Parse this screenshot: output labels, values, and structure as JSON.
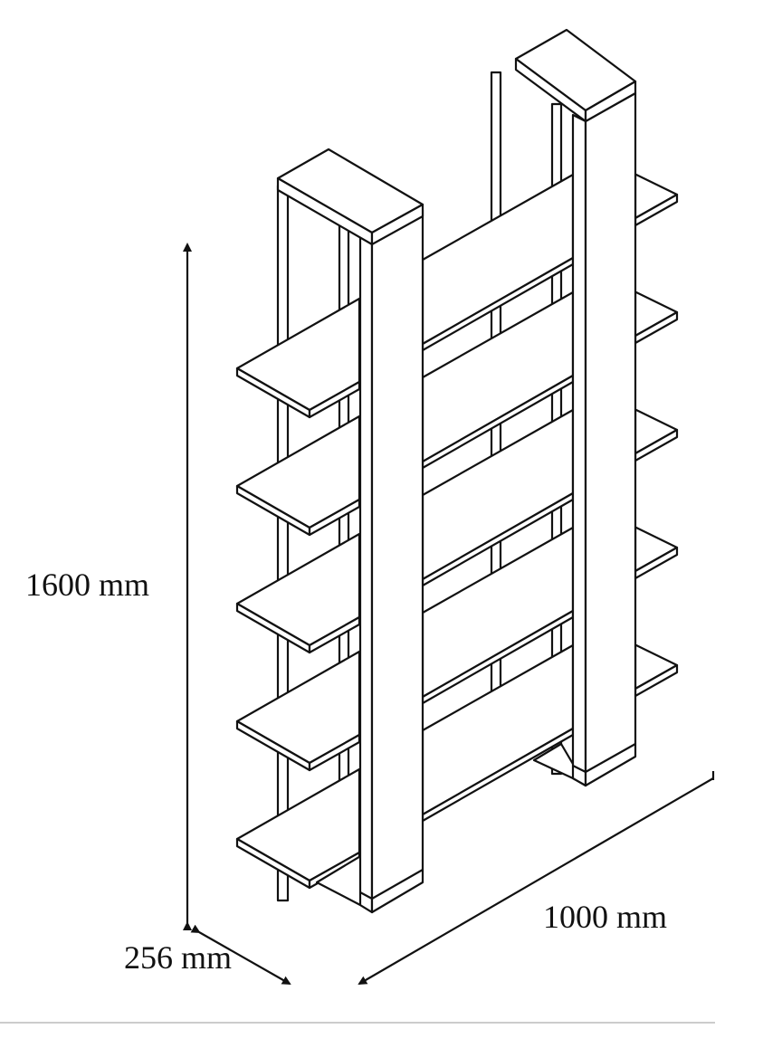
{
  "diagram": {
    "subject": "bookshelf",
    "dimensions": {
      "height": "1600 mm",
      "width": "1000 mm",
      "depth": "256 mm"
    },
    "shelf_count": 5
  }
}
